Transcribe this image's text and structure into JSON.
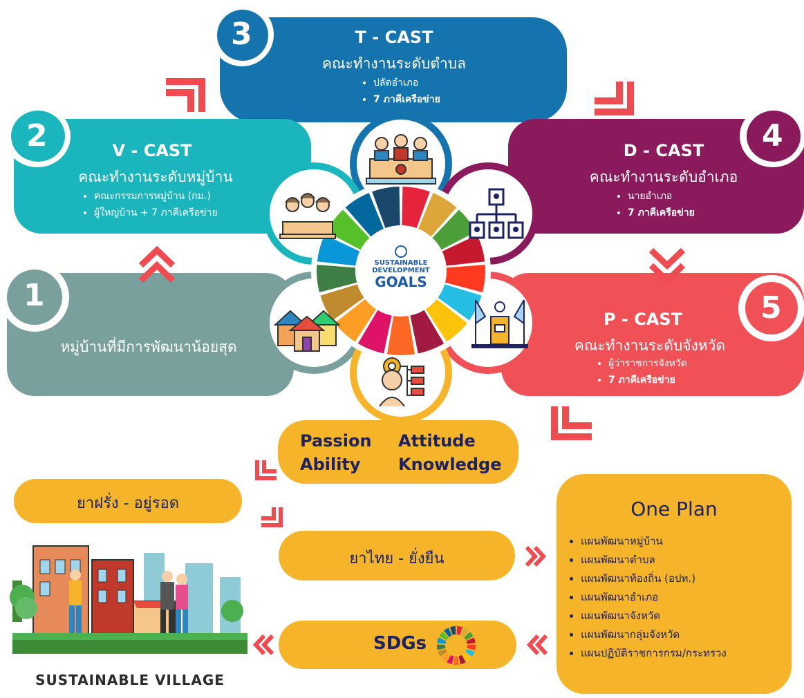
{
  "step3": {
    "number": "3",
    "title": "T - CAST",
    "subtitle": "คณะทำงานระดับตำบล",
    "bullets": [
      "ปลัดอำเภอ",
      "7 ภาคีเครือข่าย"
    ],
    "color": "#1574ad"
  },
  "step2": {
    "number": "2",
    "title": "V - CAST",
    "subtitle": "คณะทำงานระดับหมู่บ้าน",
    "bullets": [
      "คณะกรรมการหมู่บ้าน (กม.)",
      "ผู้ใหญ่บ้าน + 7 ภาคีเครือข่าย"
    ],
    "color": "#1bb5be"
  },
  "step4": {
    "number": "4",
    "title": "D - CAST",
    "subtitle": "คณะทำงานระดับอำเภอ",
    "bullets": [
      "นายอำเภอ",
      "7 ภาคีเครือข่าย"
    ],
    "color": "#8b1a5c"
  },
  "step1": {
    "number": "1",
    "text": "หมู่บ้านที่มีการพัฒนาน้อยสุด",
    "color": "#7aa09d"
  },
  "step5": {
    "number": "5",
    "title": "P - CAST",
    "subtitle": "คณะทำงานระดับจังหวัด",
    "bullets": [
      "ผู้ว่าราชการจังหวัด",
      "7 ภาคีเครือข่าย"
    ],
    "color": "#ef5157"
  },
  "sdg_logo": {
    "line1": "SUSTAINABLE",
    "line2": "DEVELOPMENT",
    "line3": "GOALS"
  },
  "paak": {
    "passion": "Passion",
    "attitude": "Attitude",
    "ability": "Ability",
    "knowledge": "Knowledge"
  },
  "western": {
    "label": "ยาฝรั่ง - อยู่รอด"
  },
  "thai": {
    "label": "ยาไทย - ยั่งยืน"
  },
  "sdgs": {
    "label": "SDGs"
  },
  "one_plan": {
    "title": "One Plan",
    "items": [
      "แผนพัฒนาหมู่บ้าน",
      "แผนพัฒนาตำบล",
      "แผนพัฒนาท้องถิ่น (อปท.)",
      "แผนพัฒนาอำเภอ",
      "แผนพัฒนาจังหวัด",
      "แผนพัฒนากลุ่มจังหวัด",
      "แผนปฏิบัติราชการกรม/กระทรวง"
    ]
  },
  "village": {
    "caption": "SUSTAINABLE VILLAGE"
  },
  "colors": {
    "yellow": "#f6b42a",
    "navy": "#1e2260",
    "arrow": "#ef4b50"
  },
  "sdg_colors": [
    "#e5243b",
    "#dda63a",
    "#4c9f38",
    "#c5192d",
    "#ff3a21",
    "#26bde2",
    "#fcc30b",
    "#a21942",
    "#fd6925",
    "#dd1367",
    "#fd9d24",
    "#bf8b2e",
    "#3f7e44",
    "#0a97d9",
    "#56c02b",
    "#00689d",
    "#19486a"
  ]
}
